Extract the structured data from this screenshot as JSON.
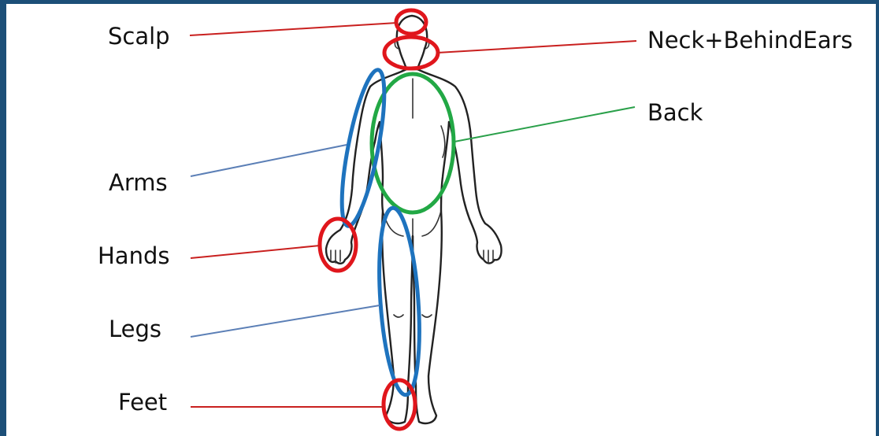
{
  "colors": {
    "red": "#e0161c",
    "blue": "#1e73be",
    "green": "#22a845",
    "line_red": "#c9201f",
    "line_blue": "#5b7fb6",
    "line_green": "#2aa04a",
    "frame": "#1c4f78"
  },
  "labels": {
    "scalp": "Scalp",
    "neck": "Neck+BehindEars",
    "back": "Back",
    "arms": "Arms",
    "hands": "Hands",
    "legs": "Legs",
    "feet": "Feet"
  }
}
